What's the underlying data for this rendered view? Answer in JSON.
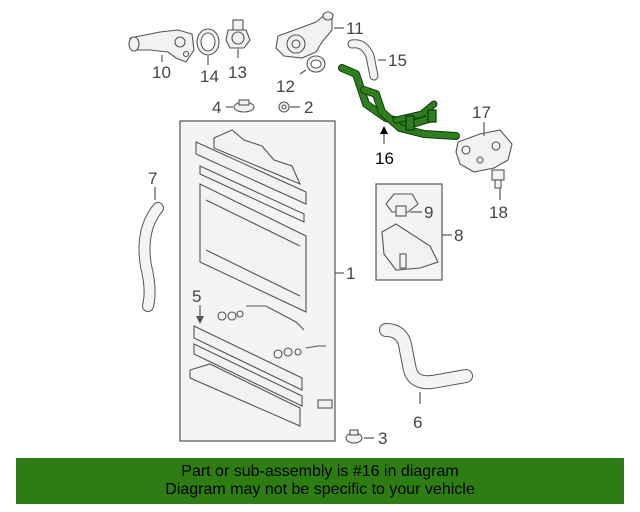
{
  "callouts": {
    "c1": "1",
    "c2": "2",
    "c3": "3",
    "c4": "4",
    "c5": "5",
    "c6": "6",
    "c7": "7",
    "c8": "8",
    "c9": "9",
    "c10": "10",
    "c11": "11",
    "c12": "12",
    "c13": "13",
    "c14": "14",
    "c15": "15",
    "c16": "16",
    "c17": "17",
    "c18": "18"
  },
  "highlight_part": "16",
  "colors": {
    "highlight": "#2e7d1e",
    "banner": "#2e7d12"
  },
  "banner": {
    "line1": "Part or sub-assembly is #16 in diagram",
    "line2": "Diagram may not be specific to your vehicle"
  }
}
